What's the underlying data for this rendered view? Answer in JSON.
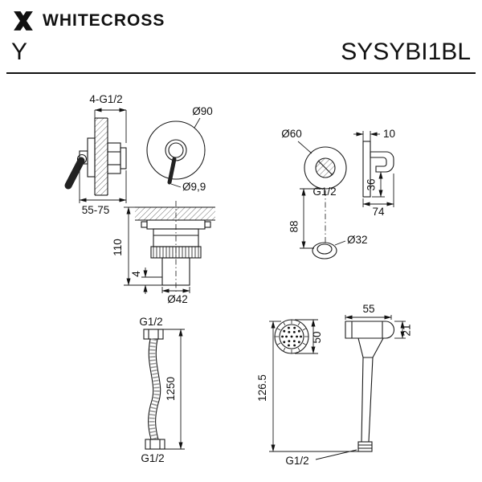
{
  "header": {
    "brand": "WHITECROSS",
    "series": "Y",
    "model": "SYSYBI1BL",
    "logo_icon": "whitecross-x-logo"
  },
  "drawings": {
    "mixer_side": {
      "connections": "4-G1/2",
      "depth_range": "55-75"
    },
    "mixer_front": {
      "plate_diameter": "Ø90",
      "lever_diameter": "Ø9,9"
    },
    "wall_outlet": {
      "plate_diameter": "Ø60",
      "thread": "G1/2",
      "bracket_depth": "10",
      "hook_height": "36",
      "bracket_width": "74",
      "holder_drop": "88",
      "holder_diameter": "Ø32"
    },
    "mixer_section": {
      "height": "110",
      "plate_thickness": "4",
      "body_diameter": "Ø42"
    },
    "hose": {
      "thread_top": "G1/2",
      "length": "1250",
      "thread_bottom": "G1/2"
    },
    "hand_shower": {
      "head_length": "55",
      "head_thickness": "21",
      "head_diameter": "50",
      "total_length": "126.5",
      "thread": "G1/2"
    }
  }
}
